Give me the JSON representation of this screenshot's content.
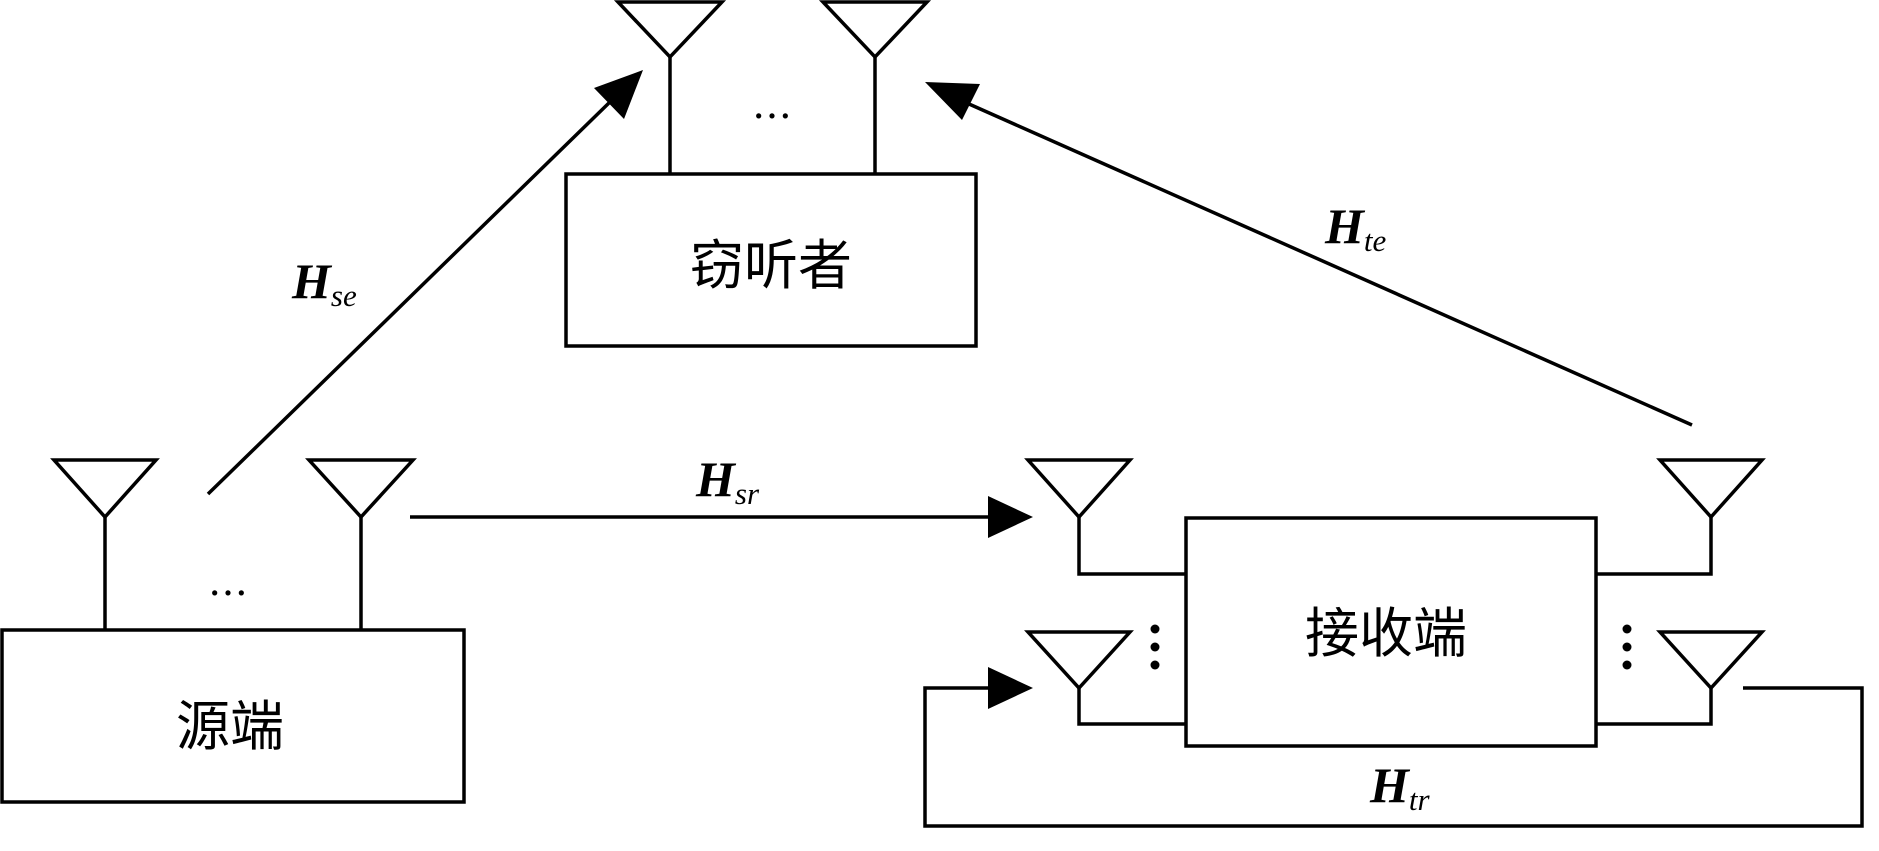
{
  "nodes": {
    "eavesdropper": {
      "label": "窃听者"
    },
    "source": {
      "label": "源端"
    },
    "receiver": {
      "label": "接收端"
    }
  },
  "channels": {
    "h_se": {
      "main": "H",
      "sub": "se"
    },
    "h_te": {
      "main": "H",
      "sub": "te"
    },
    "h_sr": {
      "main": "H",
      "sub": "sr"
    },
    "h_tr": {
      "main": "H",
      "sub": "tr"
    }
  },
  "ellipsis": {
    "horizontal": "…"
  }
}
